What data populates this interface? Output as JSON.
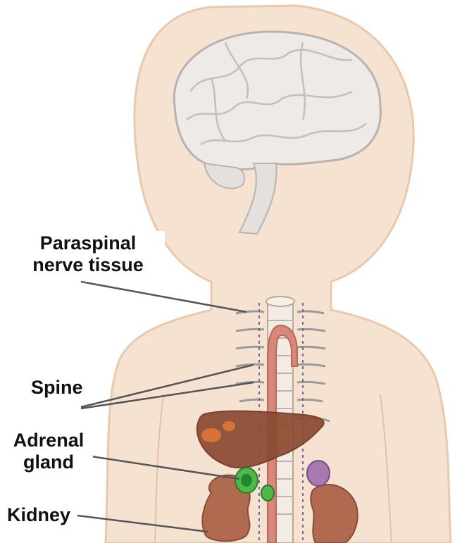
{
  "labels": {
    "paraspinal_line1": "Paraspinal",
    "paraspinal_line2": "nerve tissue",
    "spine": "Spine",
    "adrenal_line1": "Adrenal",
    "adrenal_line2": "gland",
    "kidney": "Kidney"
  },
  "colors": {
    "skin": "#f6e2d0",
    "skin_outline": "#e8c9ae",
    "brain": "#eeeae8",
    "brain_outline": "#b9b3b0",
    "aorta": "#d8877a",
    "vertebra": "#f2ece4",
    "liver": "#8c4a32",
    "kidney": "#b06a50",
    "tumor": "#4fb84a",
    "tumor_core": "#1c8a2a",
    "purple_tumor": "#a878b0",
    "leader_line": "#555555"
  }
}
